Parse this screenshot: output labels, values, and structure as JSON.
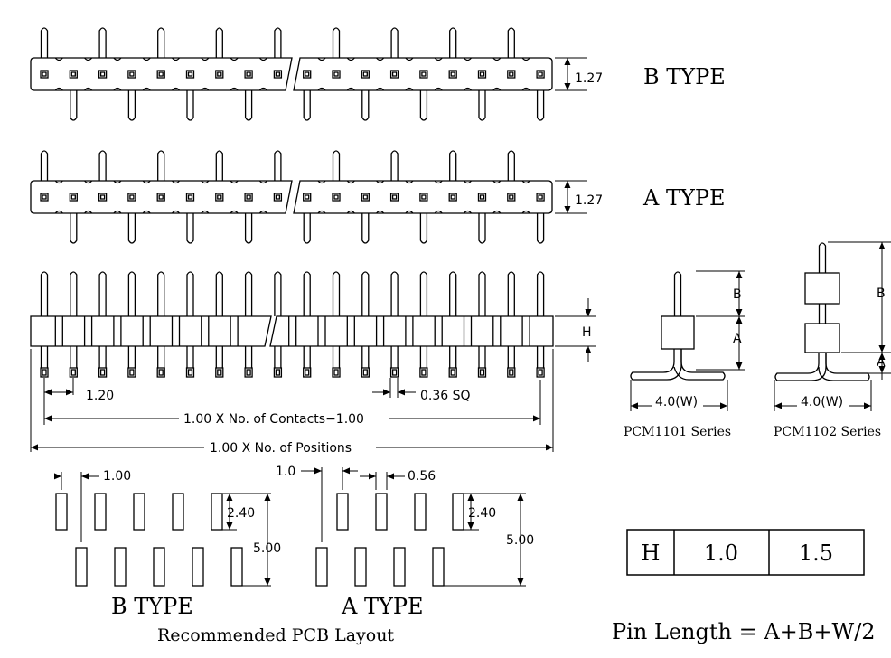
{
  "labels": {
    "b_type": "B TYPE",
    "a_type": "A TYPE",
    "pitch_b": "1.27",
    "pitch_a": "1.27",
    "h": "H",
    "dim_120": "1.20",
    "dim_036": "0.36 SQ",
    "contacts": "1.00 X No. of Contacts−1.00",
    "positions": "1.00 X No. of Positions",
    "pcm1101": "PCM1101 Series",
    "pcm1102": "PCM1102 Series",
    "side_b": "B",
    "side_a": "A",
    "side_w": "4.0(W)",
    "pcb_100": "1.00",
    "pcb_10": "1.0",
    "pcb_056": "0.56",
    "pcb_240": "2.40",
    "pcb_500": "5.00",
    "pcb_b_type": "B TYPE",
    "pcb_a_type": "A TYPE",
    "pcb_title": "Recommended PCB Layout",
    "formula": "Pin Length = A+B+W/2"
  },
  "table": {
    "header": "H",
    "values": [
      "1.0",
      "1.5"
    ]
  }
}
